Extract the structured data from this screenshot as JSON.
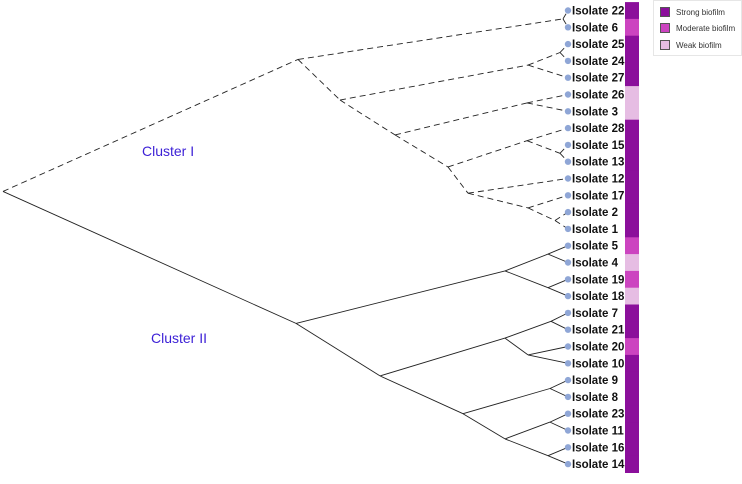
{
  "clusters": {
    "one": "Cluster I",
    "two": "Cluster II"
  },
  "legend": [
    {
      "label": "Strong biofilm",
      "color": "#8b0f9b"
    },
    {
      "label": "Moderate biofilm",
      "color": "#cc44c0"
    },
    {
      "label": "Weak biofilm",
      "color": "#e6bde3"
    }
  ],
  "leaves": [
    {
      "label": "Isolate 22",
      "category": "strong"
    },
    {
      "label": "Isolate 6",
      "category": "moderate"
    },
    {
      "label": "Isolate 25",
      "category": "strong"
    },
    {
      "label": "Isolate 24",
      "category": "strong"
    },
    {
      "label": "Isolate 27",
      "category": "strong"
    },
    {
      "label": "Isolate 26",
      "category": "weak"
    },
    {
      "label": "Isolate 3",
      "category": "weak"
    },
    {
      "label": "Isolate 28",
      "category": "strong"
    },
    {
      "label": "Isolate 15",
      "category": "strong"
    },
    {
      "label": "Isolate 13",
      "category": "strong"
    },
    {
      "label": "Isolate 12",
      "category": "strong"
    },
    {
      "label": "Isolate 17",
      "category": "strong"
    },
    {
      "label": "Isolate 2",
      "category": "strong"
    },
    {
      "label": "Isolate 1",
      "category": "strong"
    },
    {
      "label": "Isolate 5",
      "category": "moderate"
    },
    {
      "label": "Isolate 4",
      "category": "weak"
    },
    {
      "label": "Isolate 19",
      "category": "moderate"
    },
    {
      "label": "Isolate 18",
      "category": "weak"
    },
    {
      "label": "Isolate 7",
      "category": "strong"
    },
    {
      "label": "Isolate 21",
      "category": "strong"
    },
    {
      "label": "Isolate 20",
      "category": "moderate"
    },
    {
      "label": "Isolate 10",
      "category": "strong"
    },
    {
      "label": "Isolate 9",
      "category": "strong"
    },
    {
      "label": "Isolate 8",
      "category": "strong"
    },
    {
      "label": "Isolate 23",
      "category": "strong"
    },
    {
      "label": "Isolate 11",
      "category": "strong"
    },
    {
      "label": "Isolate 16",
      "category": "strong"
    },
    {
      "label": "Isolate 14",
      "category": "strong"
    }
  ],
  "colors": {
    "strong": "#8b0f9b",
    "moderate": "#cc44c0",
    "weak": "#e6bde3",
    "tip": "#8fa6d6",
    "cluster_label": "#3b1fd6"
  }
}
